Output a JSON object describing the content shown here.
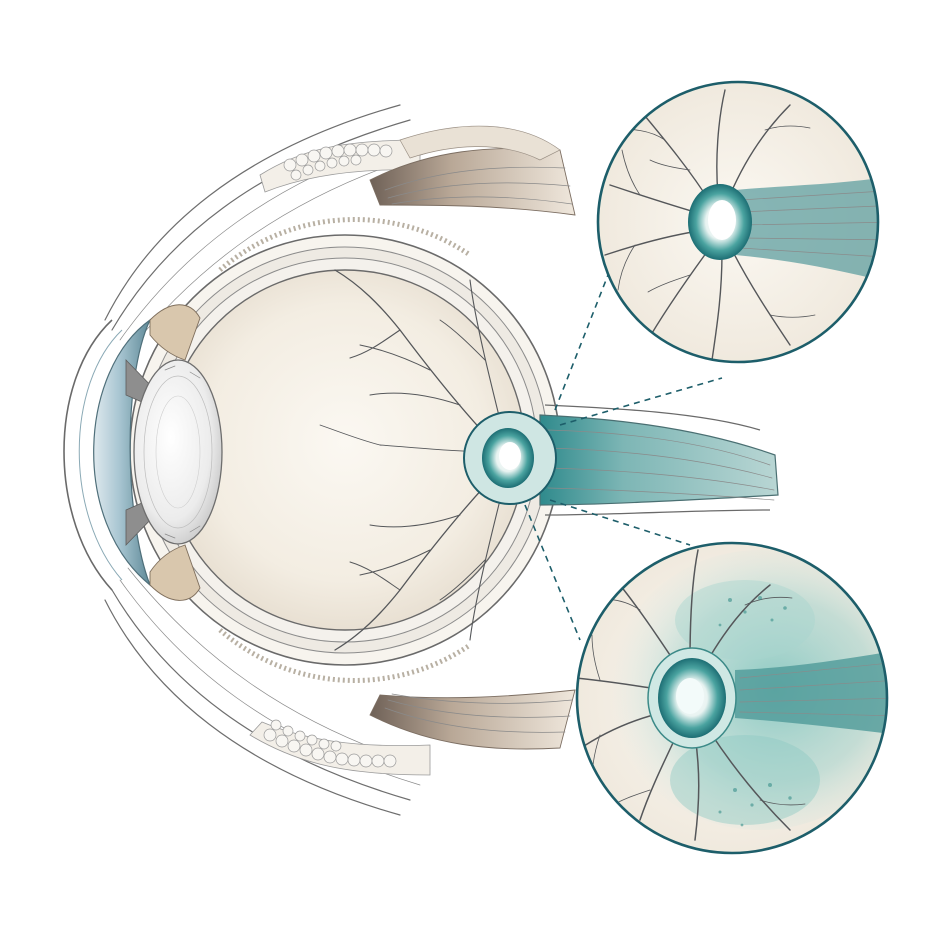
{
  "palette": {
    "background": "#ffffff",
    "paper": "#f4efe6",
    "outline": "#5a5a5a",
    "teal": "#1d6e74",
    "teal_light": "#9fcfcd",
    "cornea_blue": "#a9c6d2",
    "muscle_tan": "#c8b69f",
    "ring": "#1d5e6a"
  },
  "panels": {
    "main": {
      "subject": "eyeball-cross-section"
    },
    "inset_top": {
      "subject": "optic-disc-healthy"
    },
    "inset_bottom": {
      "subject": "optic-disc-swollen"
    }
  }
}
